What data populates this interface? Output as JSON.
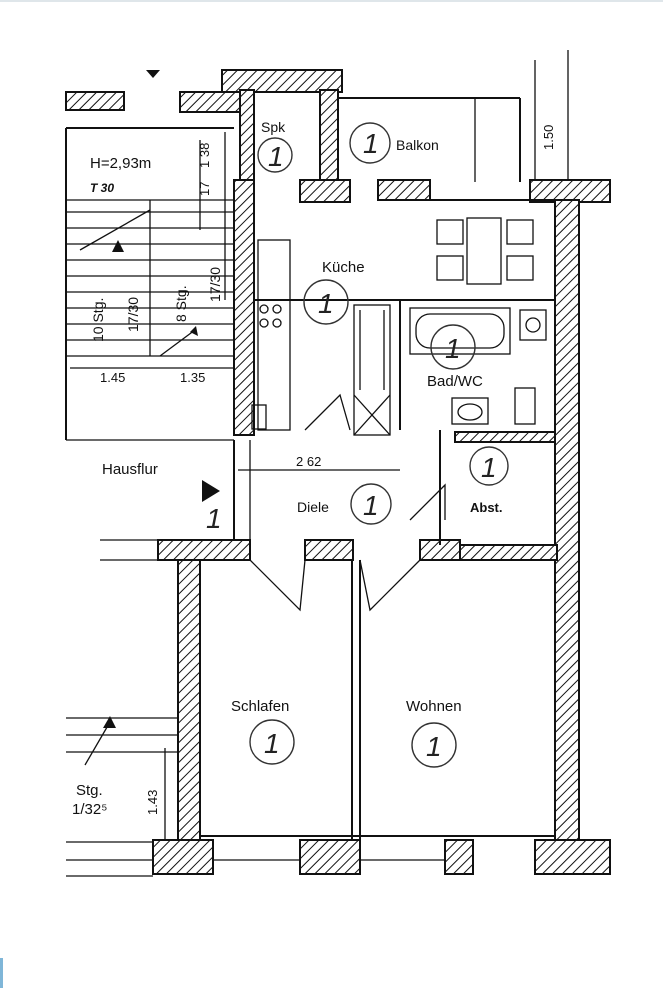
{
  "plan": {
    "rooms": {
      "spk": "Spk",
      "balkon": "Balkon",
      "kueche": "Küche",
      "bad": "Bad/WC",
      "diele": "Diele",
      "abst": "Abst.",
      "schlafen": "Schlafen",
      "wohnen": "Wohnen",
      "hausflur": "Hausflur"
    },
    "room_numbers": {
      "spk": "1",
      "balkon": "1",
      "kueche": "1",
      "bad": "1",
      "diele": "1",
      "abst": "1",
      "schlafen": "1",
      "wohnen": "1",
      "entrance": "1"
    },
    "annotations": {
      "height": "H=2,93m",
      "t30": "T 30",
      "stair_left": "10 Stg.",
      "stair_left_b": "17/30",
      "stair_right": "8 Stg.",
      "stair_right_b": "17/30",
      "stg_bottom": "Stg.",
      "stg_bottom_b": "1/32⁵"
    },
    "dimensions": {
      "d138": "1 38",
      "d17": "17",
      "d150": "1.50",
      "d145": "1.45",
      "d135": "1.35",
      "d262": "2 62",
      "d143": "1.43"
    }
  }
}
